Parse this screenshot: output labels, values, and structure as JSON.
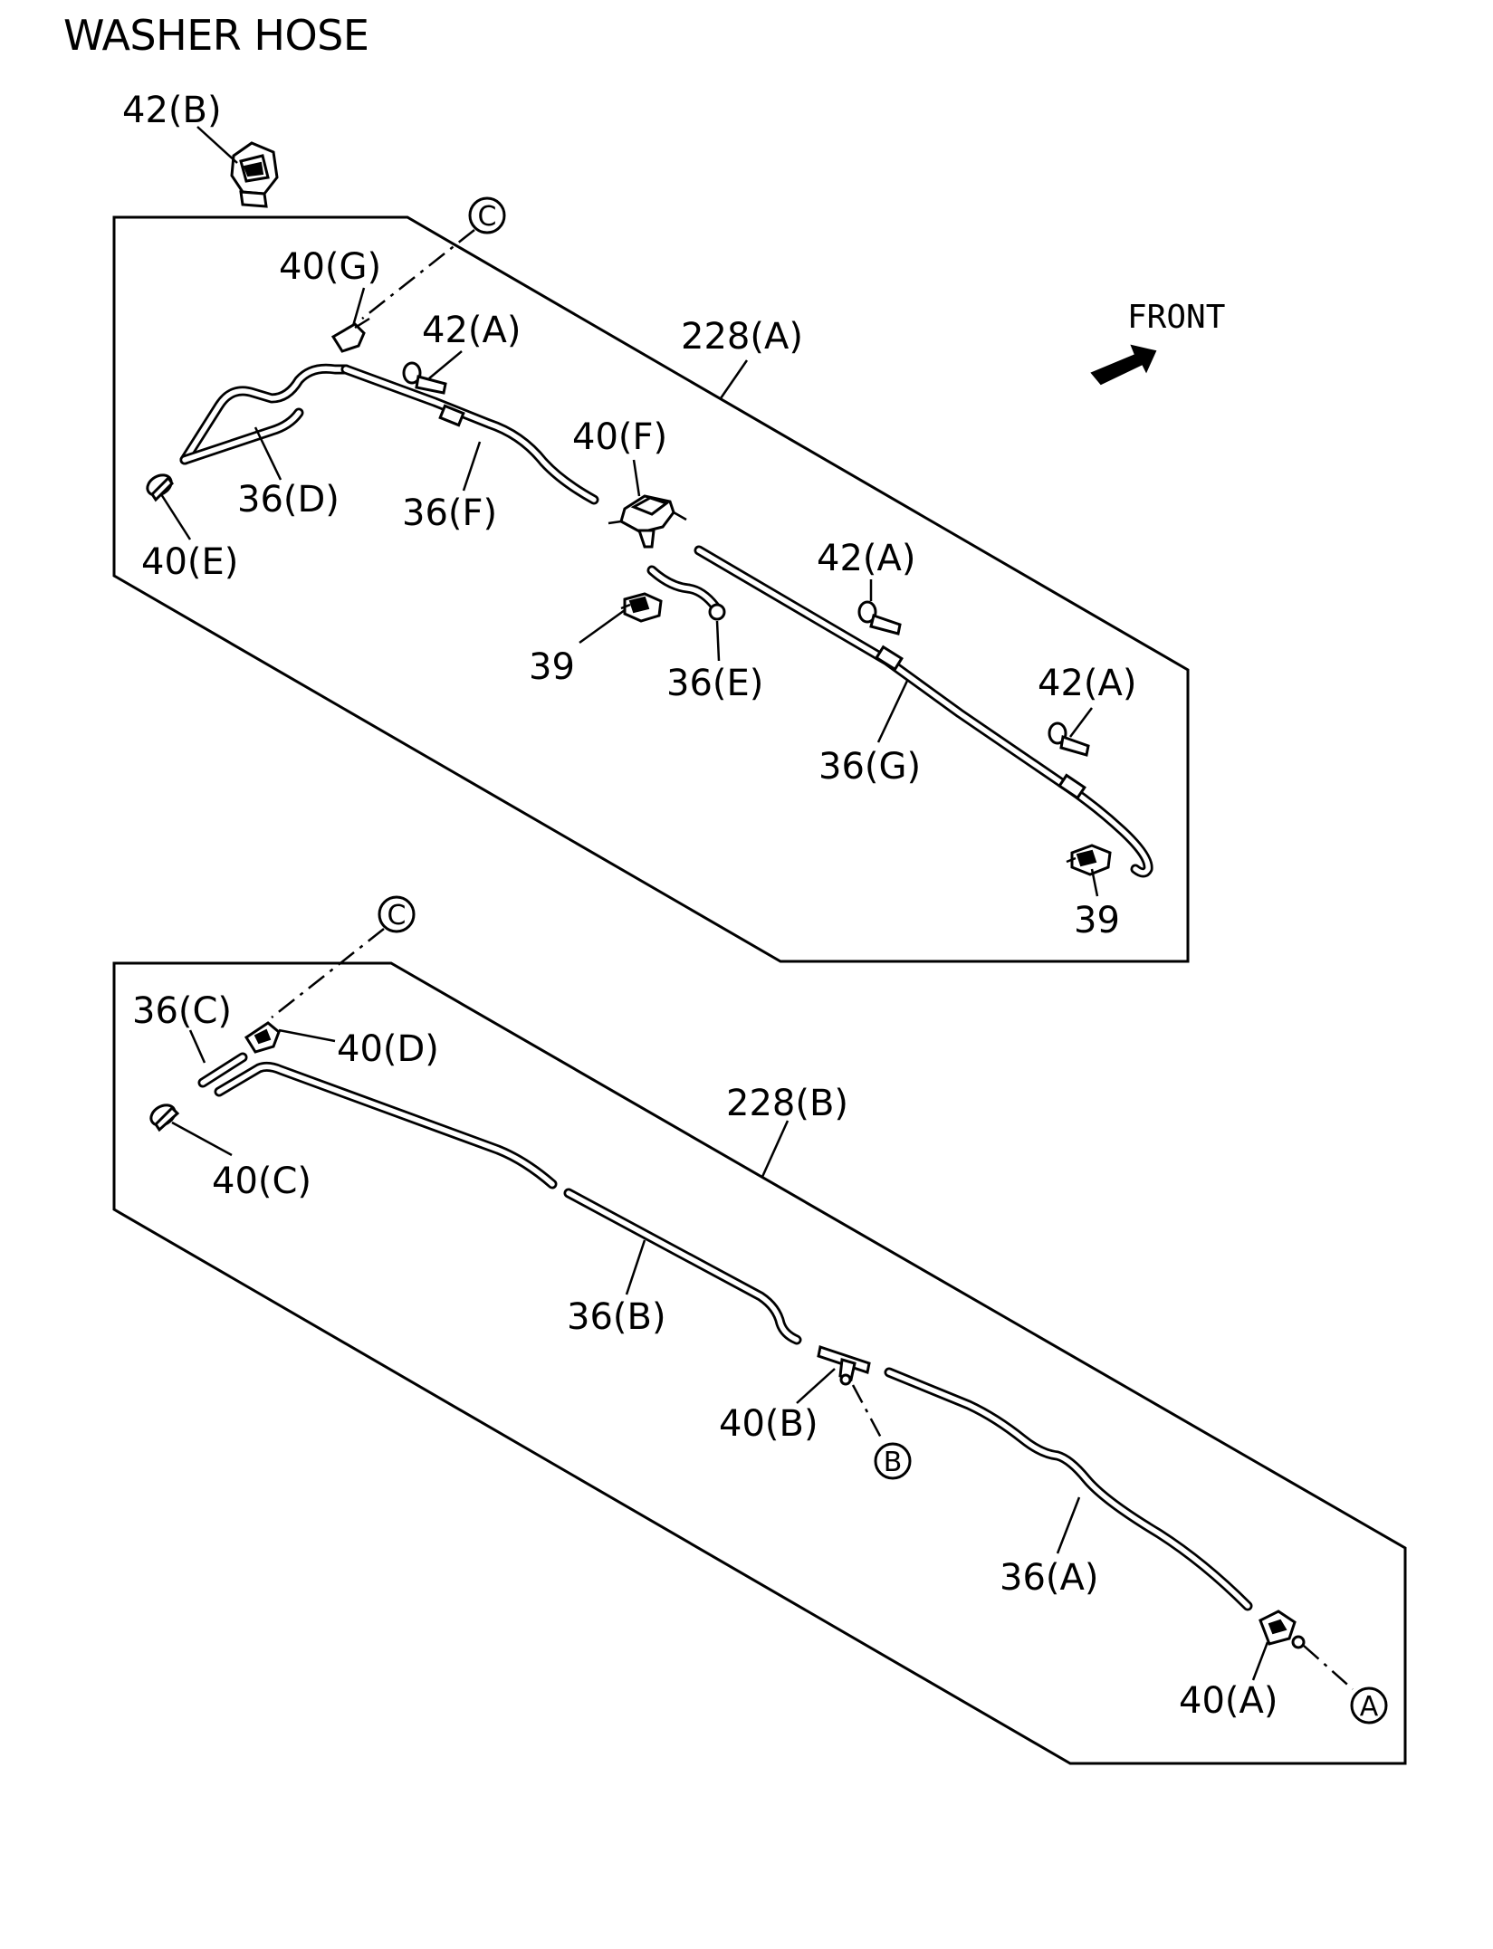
{
  "title": "WASHER HOSE",
  "front_label": "FRONT",
  "refs": {
    "c_top": "C",
    "c_bottom": "C",
    "b": "B",
    "a": "A"
  },
  "upper_assembly": {
    "assembly": "228(A)",
    "parts": {
      "clip_42b": "42(B)",
      "joint_40g": "40(G)",
      "clip_42a_1": "42(A)",
      "hose_36d": "36(D)",
      "hose_36f": "36(F)",
      "nozzle_40e": "40(E)",
      "joint_40f": "40(F)",
      "clip_42a_2": "42(A)",
      "clip_39_1": "39",
      "hose_36e": "36(E)",
      "clip_42a_3": "42(A)",
      "hose_36g": "36(G)",
      "clip_39_2": "39"
    }
  },
  "lower_assembly": {
    "assembly": "228(B)",
    "parts": {
      "hose_36c": "36(C)",
      "joint_40d": "40(D)",
      "nozzle_40c": "40(C)",
      "hose_36b": "36(B)",
      "joint_40b": "40(B)",
      "hose_36a": "36(A)",
      "joint_40a": "40(A)"
    }
  }
}
